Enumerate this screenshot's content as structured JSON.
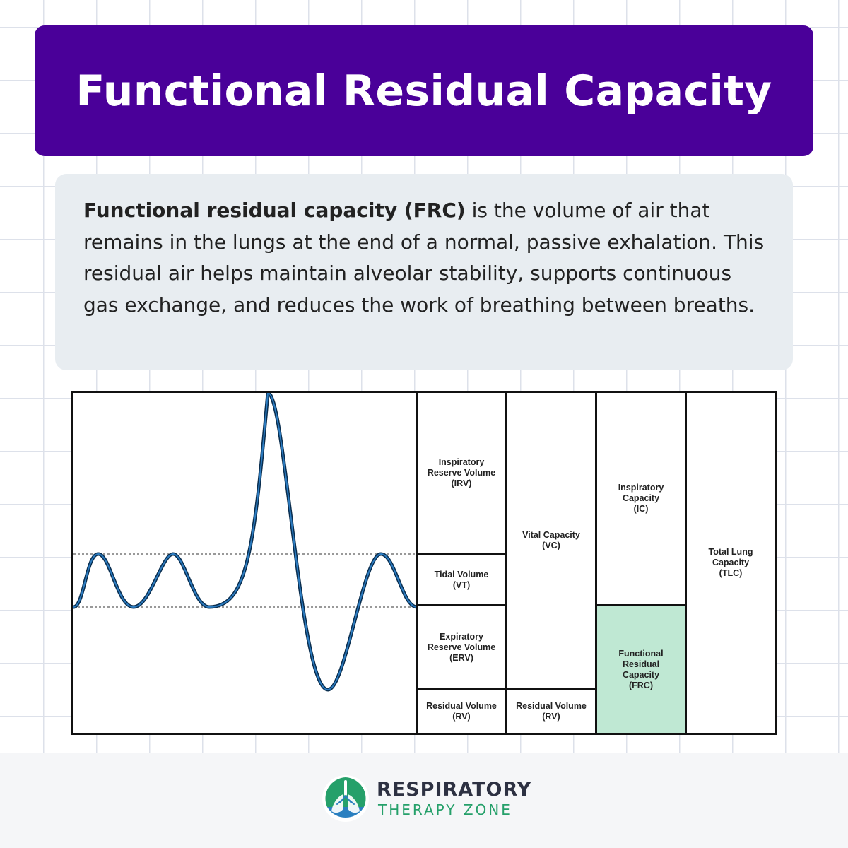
{
  "title": "Functional Residual Capacity",
  "description": {
    "bold_term": "Functional residual capacity (FRC)",
    "body": " is the volume of air that remains in the lungs at the end of a normal, passive exhalation. This residual air helps maintain alveolar stability, supports continuous gas exchange, and reduces the work of breathing between breaths."
  },
  "diagram": {
    "columns": [
      {
        "segments": [
          {
            "id": "irv",
            "label": "Inspiratory\nReserve Volume\n(IRV)"
          },
          {
            "id": "vt",
            "label": "Tidal Volume\n(VT)"
          },
          {
            "id": "erv",
            "label": "Expiratory\nReserve Volume\n(ERV)"
          },
          {
            "id": "rv1",
            "label": "Residual Volume\n(RV)"
          }
        ]
      },
      {
        "segments": [
          {
            "id": "vc",
            "label": "Vital Capacity\n(VC)"
          },
          {
            "id": "rv2",
            "label": "Residual Volume\n(RV)"
          }
        ]
      },
      {
        "segments": [
          {
            "id": "ic",
            "label": "Inspiratory\nCapacity\n(IC)"
          },
          {
            "id": "frc",
            "label": "Functional\nResidual\nCapacity\n(FRC)",
            "highlighted": true
          }
        ]
      },
      {
        "segments": [
          {
            "id": "tlc",
            "label": "Total Lung\nCapacity\n(TLC)"
          }
        ]
      }
    ],
    "highlight_color": "#bfe8d3",
    "wave_color": "#1c5a8a"
  },
  "brand": {
    "line1": "RESPIRATORY",
    "line2": "THERAPY ZONE",
    "colors": {
      "primary": "#25a06a",
      "secondary": "#2a7fc0",
      "text": "#2d3142"
    }
  }
}
